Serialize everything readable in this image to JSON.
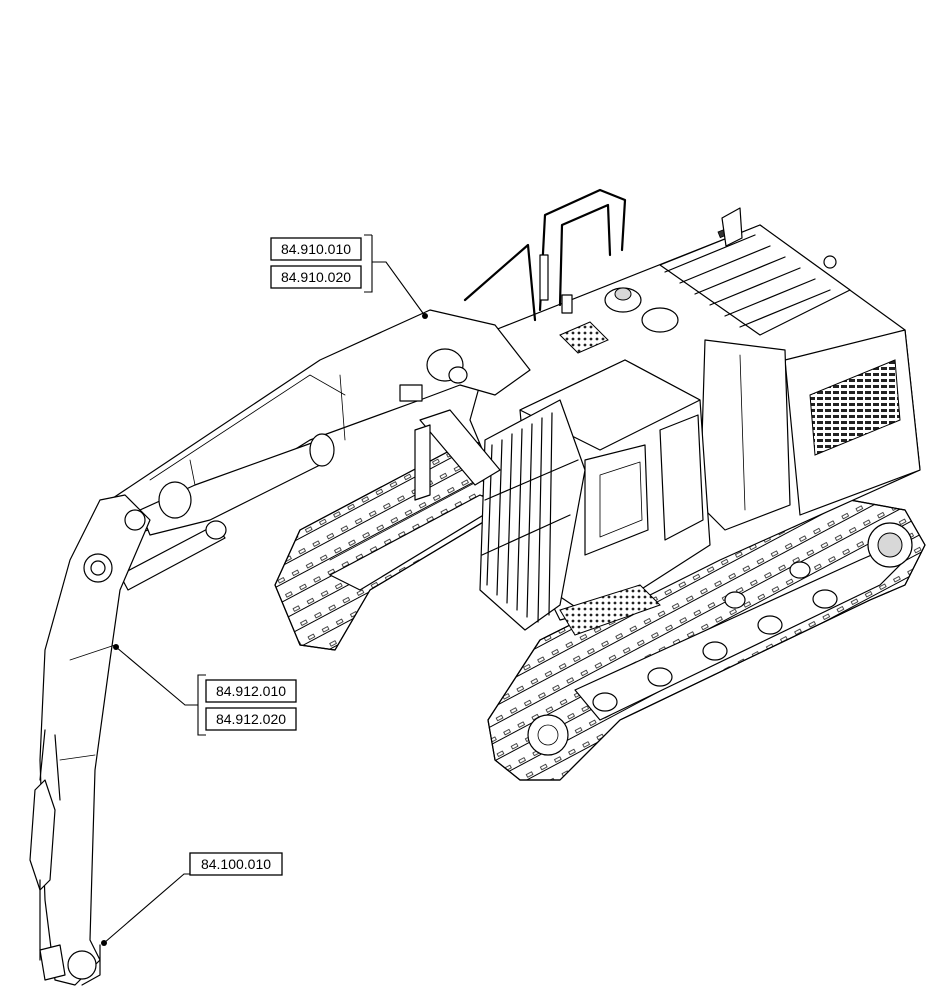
{
  "diagram": {
    "callouts": [
      {
        "id": "boom",
        "labels": [
          "84.910.010",
          "84.910.020"
        ]
      },
      {
        "id": "arm",
        "labels": [
          "84.912.010",
          "84.912.020"
        ]
      },
      {
        "id": "bucket-link",
        "labels": [
          "84.100.010"
        ]
      }
    ]
  }
}
